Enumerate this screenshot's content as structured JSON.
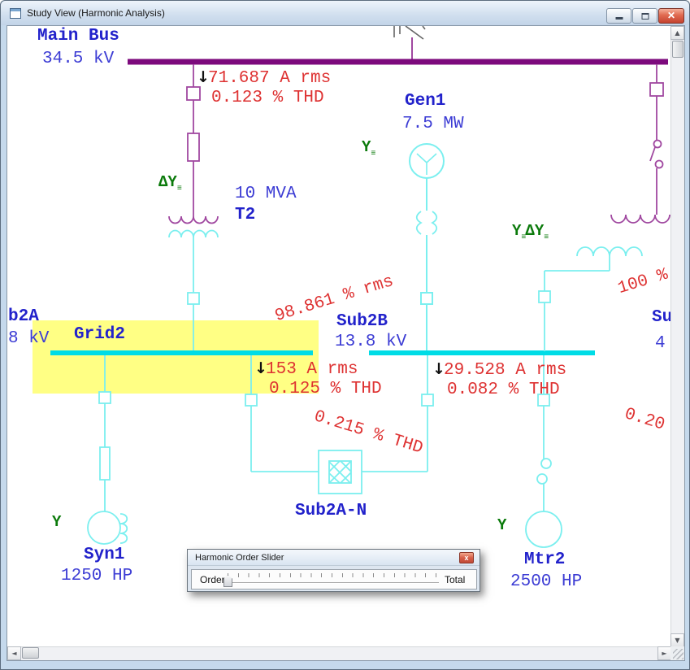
{
  "window": {
    "title": "Study View (Harmonic Analysis)"
  },
  "icons": {
    "close": "✕",
    "dialog_close": "x",
    "flow_arrow": "↓",
    "ground": "≡",
    "scroll_up": "▲",
    "scroll_down": "▼",
    "scroll_left": "◄",
    "scroll_right": "►"
  },
  "diagram": {
    "buses": {
      "main": {
        "name": "Main Bus",
        "voltage": "34.5 kV"
      },
      "grid2": {
        "name": "Grid2"
      },
      "sub2b": {
        "name": "Sub2B",
        "voltage": "13.8 kV"
      },
      "sub2a_partial": {
        "name": "b2A",
        "voltage": "8 kV"
      },
      "sub3_partial": {
        "name": "Su",
        "voltage": "4"
      }
    },
    "devices": {
      "gen1": {
        "name": "Gen1",
        "rating": "7.5 MW"
      },
      "t2": {
        "name": "T2",
        "rating": "10 MVA"
      },
      "syn1": {
        "name": "Syn1",
        "rating": "1250 HP"
      },
      "mtr2": {
        "name": "Mtr2",
        "rating": "2500 HP"
      },
      "sub2an": {
        "name": "Sub2A-N"
      }
    },
    "results": {
      "feeder_t2": {
        "current": "71.687 A rms",
        "thd": "0.123 % THD"
      },
      "feeder_grid2": {
        "current": "153 A rms",
        "thd": "0.125 % THD"
      },
      "feeder_sub2b": {
        "current": "29.528 A rms",
        "thd": "0.082 % THD"
      },
      "voltage_grid2": "98.861 % rms",
      "voltage_sub3_partial": "100 %",
      "thd_sub2an": "0.215 % THD",
      "thd_sub3_partial": "0.20"
    },
    "windings": {
      "gen1": "Y",
      "t2": "ΔY",
      "t3_a": "Y",
      "t3_b": "ΔY",
      "syn1": "Y",
      "mtr2": "Y"
    },
    "highlight_color": "#ffff84",
    "bus_color": "#7d0a7d",
    "element_color": "#7befef"
  },
  "slider_dialog": {
    "title": "Harmonic Order Slider",
    "left_label": "Order",
    "right_label": "Total"
  }
}
